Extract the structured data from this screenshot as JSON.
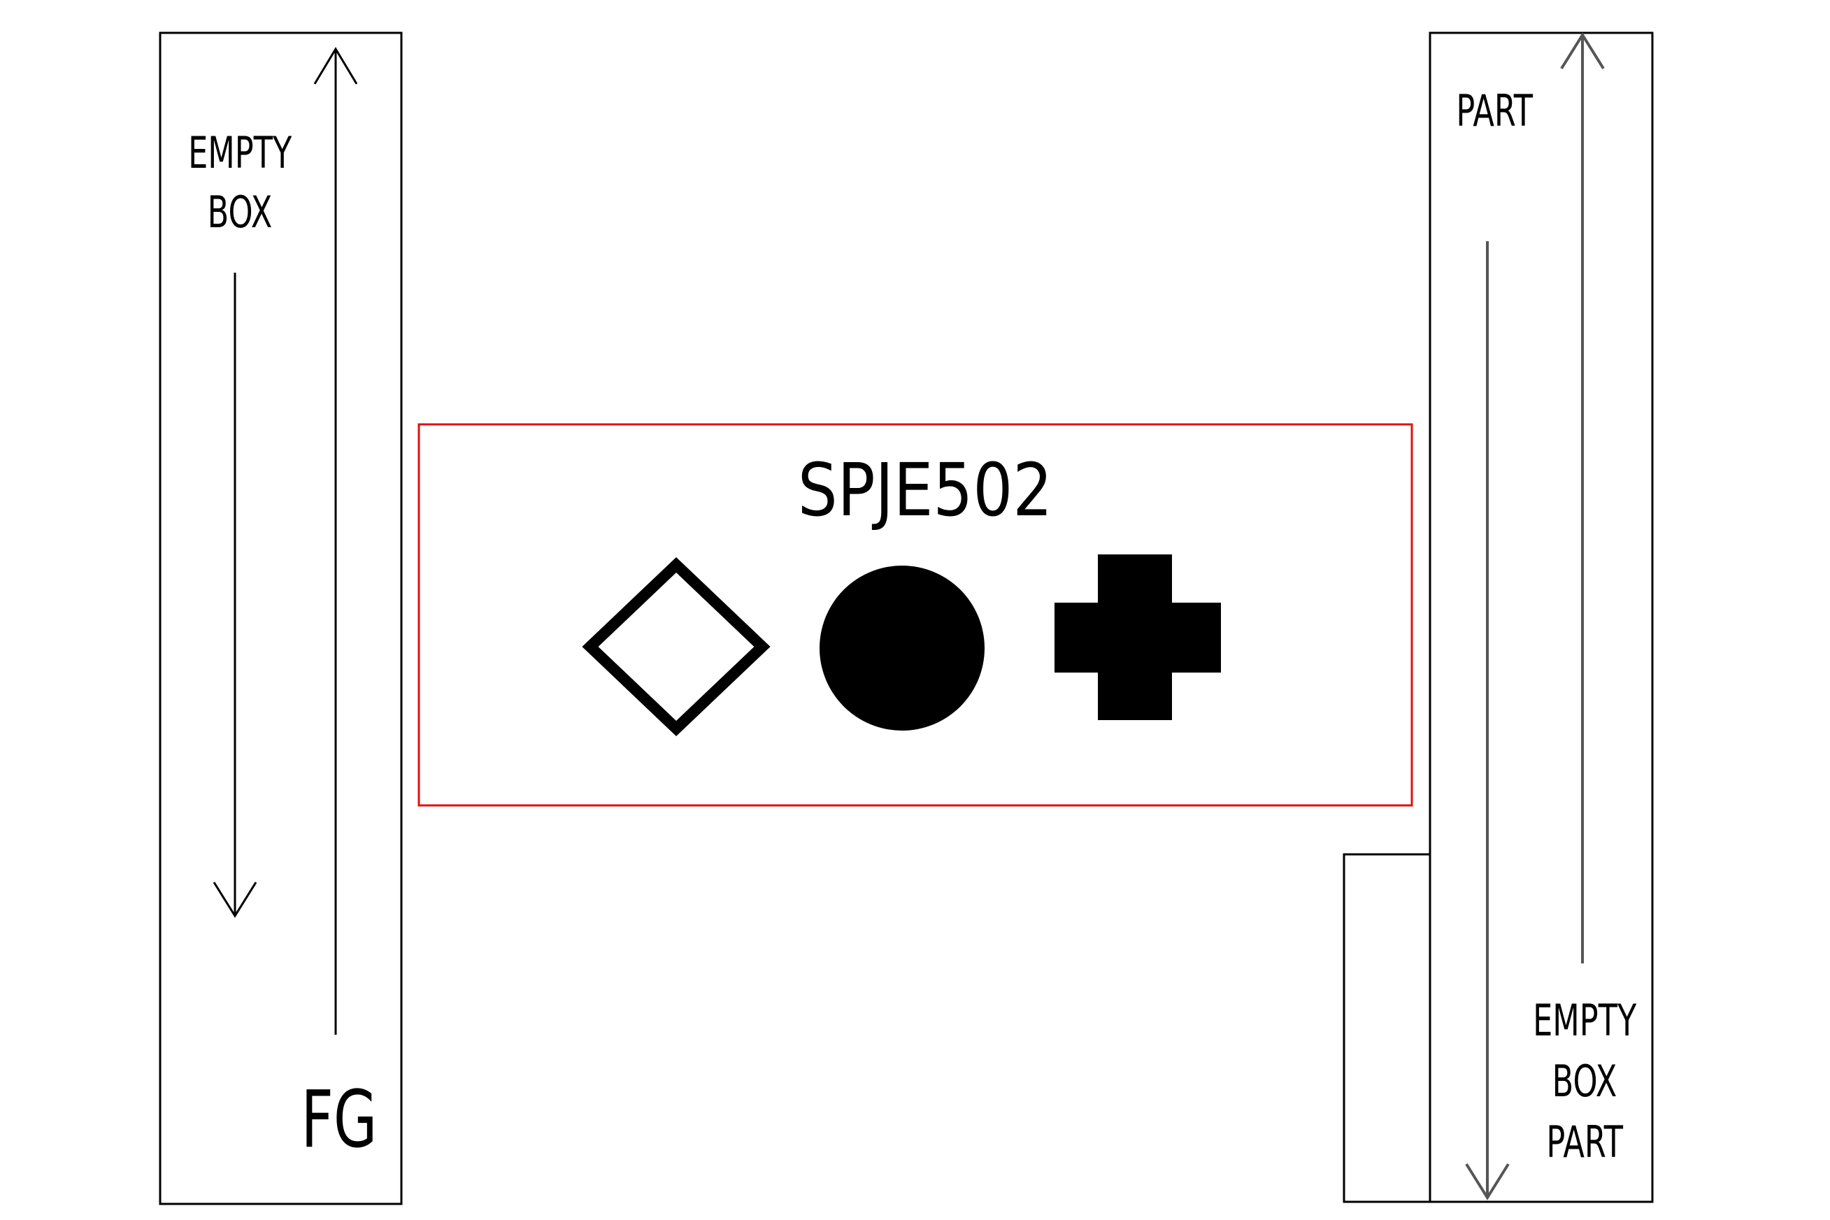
{
  "left_lane": {
    "label_line1": "EMPTY",
    "label_line2": "BOX",
    "bottom_label": "FG"
  },
  "station": {
    "id_label": "SPJE502",
    "border_color": "#e01010",
    "symbols": [
      "diamond-outline-icon",
      "filled-circle-icon",
      "filled-plus-icon"
    ]
  },
  "right_lane": {
    "top_label": "PART",
    "bottom_line1": "EMPTY",
    "bottom_line2": "BOX",
    "bottom_line3": "PART"
  }
}
